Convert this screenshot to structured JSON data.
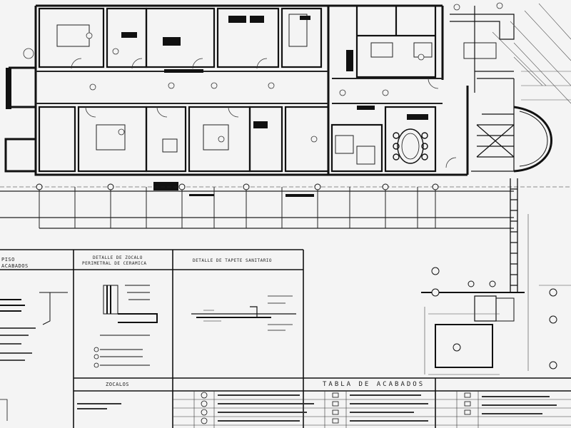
{
  "drawing": {
    "type": "architectural floor plan (CAD)",
    "palette": {
      "background": "#f4f4f4",
      "line": "#1a1a1a",
      "thin": "#555555"
    }
  },
  "panels": {
    "piso": {
      "title_1": "PISO",
      "title_2": "ACABADOS"
    },
    "detalle_zocalo": {
      "title_1": "DETALLE DE ZOCALO",
      "title_2": "PERIMETRAL DE CERAMICA"
    },
    "detalle_tapete": {
      "title": "DETALLE DE TAPETE SANITARIO"
    },
    "zocalos": {
      "title": "ZOCALOS"
    },
    "tabla_acabados": {
      "title": "TABLA DE ACABADOS"
    }
  }
}
